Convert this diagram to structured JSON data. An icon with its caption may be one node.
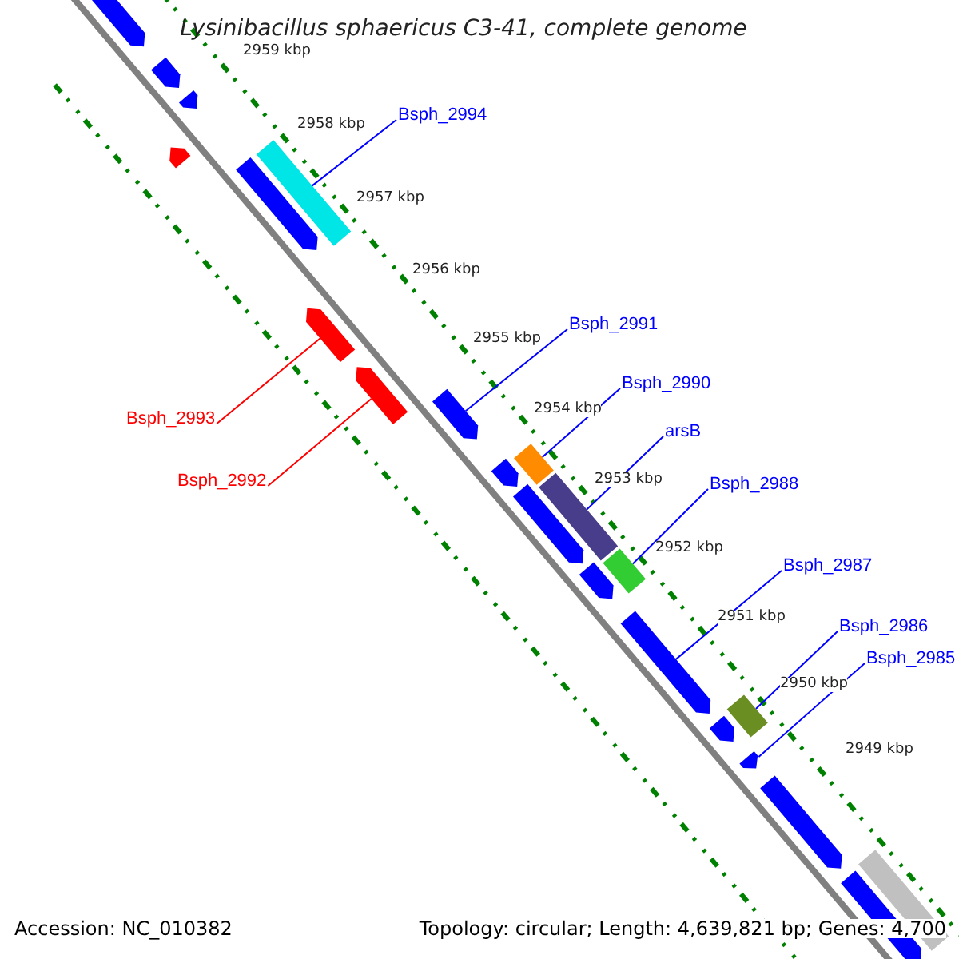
{
  "diagram": {
    "title": "Lysinibacillus sphaericus C3-41, complete genome",
    "nodes": [
      {
        "text": [],
        "shape": "arrow"
      },
      {
        "text": [],
        "shape": "arrow"
      },
      {
        "text": [],
        "shape": "arrow"
      },
      {
        "text": [],
        "shape": "arrow"
      },
      {
        "text": [
          "Bsph_2994"
        ]
      },
      {
        "text": [],
        "shape": "bar"
      },
      {
        "text": [],
        "shape": "arrow"
      },
      {
        "text": [
          "Bsph_2993"
        ]
      },
      {
        "text": [],
        "shape": "arrow"
      },
      {
        "text": [
          "Bsph_2992"
        ]
      },
      {
        "text": [],
        "shape": "arrow"
      },
      {
        "text": [
          "Bsph_2991"
        ]
      },
      {
        "text": [],
        "shape": "arrow"
      },
      {
        "text": [],
        "shape": "arrow"
      },
      {
        "text": [
          "Bsph_2990"
        ]
      },
      {
        "text": [],
        "shape": "bar"
      },
      {
        "text": [
          "arsB"
        ]
      },
      {
        "text": [],
        "shape": "bar"
      },
      {
        "text": [],
        "shape": "arrow"
      },
      {
        "text": [
          "Bsph_2988"
        ]
      },
      {
        "text": [],
        "shape": "bar"
      },
      {
        "text": [],
        "shape": "arrow"
      },
      {
        "text": [
          "Bsph_2987"
        ]
      },
      {
        "text": [],
        "shape": "arrow"
      },
      {
        "text": [
          "Bsph_2986"
        ]
      },
      {
        "text": [],
        "shape": "bar"
      },
      {
        "text": [],
        "shape": "arrow"
      },
      {
        "text": [
          "Bsph_2985"
        ]
      },
      {
        "text": [],
        "shape": "arrow"
      },
      {
        "text": [],
        "shape": "arrow"
      },
      {
        "text": [],
        "shape": "bar"
      },
      {
        "text": [],
        "shape": "arrow"
      }
    ],
    "edges": [
      {
        "from": 4,
        "to": 5,
        "arrow": "none"
      },
      {
        "from": 7,
        "to": 8,
        "arrow": "none",
        "color": "#ff0000"
      },
      {
        "from": 9,
        "to": 10,
        "arrow": "none",
        "color": "#ff0000"
      },
      {
        "from": 11,
        "to": 12,
        "arrow": "none"
      },
      {
        "from": 14,
        "to": 15,
        "arrow": "none"
      },
      {
        "from": 16,
        "to": 17,
        "arrow": "none"
      },
      {
        "from": 19,
        "to": 20,
        "arrow": "none"
      },
      {
        "from": 22,
        "to": 23,
        "arrow": "none"
      },
      {
        "from": 24,
        "to": 25,
        "arrow": "none"
      },
      {
        "from": 27,
        "to": 28,
        "arrow": "none"
      }
    ],
    "labels": [
      "2959 kbp",
      "2958 kbp",
      "2957 kbp",
      "2956 kbp",
      "2955 kbp",
      "2954 kbp",
      "2953 kbp",
      "2952 kbp",
      "2951 kbp",
      "2950 kbp",
      "2949 kbp",
      "Accession: NC_010382",
      "Topology: circular; Length: 4,639,821 bp; Genes: 4,700"
    ]
  }
}
